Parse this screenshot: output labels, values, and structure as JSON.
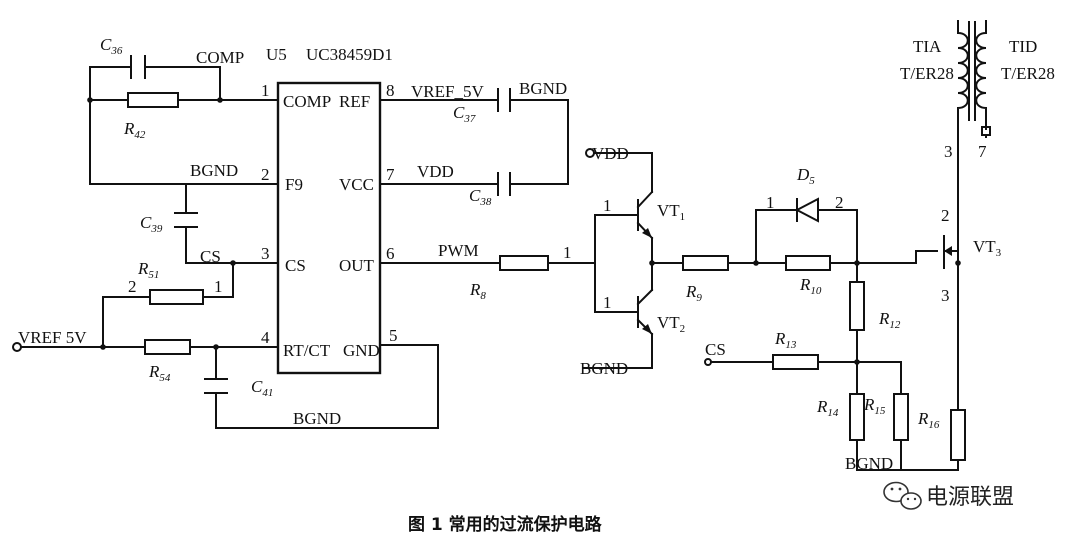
{
  "ic": {
    "ref": "U5",
    "part": "UC38459D1",
    "pins": [
      {
        "num": "1",
        "name": "COMP"
      },
      {
        "num": "2",
        "name": "F9"
      },
      {
        "num": "3",
        "name": "CS"
      },
      {
        "num": "4",
        "name": "RT/CT"
      },
      {
        "num": "8",
        "name": "REF"
      },
      {
        "num": "7",
        "name": "VCC"
      },
      {
        "num": "6",
        "name": "OUT"
      },
      {
        "num": "5",
        "name": "GND"
      }
    ]
  },
  "components": {
    "C36": {
      "letter": "C",
      "sub": "36"
    },
    "R42": {
      "letter": "R",
      "sub": "42"
    },
    "C39": {
      "letter": "C",
      "sub": "39"
    },
    "R51": {
      "letter": "R",
      "sub": "51"
    },
    "R54": {
      "letter": "R",
      "sub": "54"
    },
    "C41": {
      "letter": "C",
      "sub": "41"
    },
    "C37": {
      "letter": "C",
      "sub": "37"
    },
    "C38": {
      "letter": "C",
      "sub": "38"
    },
    "R8": {
      "letter": "R",
      "sub": "8"
    },
    "VT1": {
      "letter": "VT",
      "sub": "1"
    },
    "VT2": {
      "letter": "VT",
      "sub": "2"
    },
    "R9": {
      "letter": "R",
      "sub": "9"
    },
    "D5": {
      "letter": "D",
      "sub": "5"
    },
    "R10": {
      "letter": "R",
      "sub": "10"
    },
    "R12": {
      "letter": "R",
      "sub": "12"
    },
    "R13": {
      "letter": "R",
      "sub": "13"
    },
    "R14": {
      "letter": "R",
      "sub": "14"
    },
    "R15": {
      "letter": "R",
      "sub": "15"
    },
    "R16": {
      "letter": "R",
      "sub": "16"
    },
    "VT3": {
      "letter": "VT",
      "sub": "3"
    }
  },
  "nets": {
    "comp": "COMP",
    "bgnd": "BGND",
    "cs": "CS",
    "vref": "VREF 5V",
    "vref_pin": "VREF_5V",
    "vdd": "VDD",
    "pwm": "PWM"
  },
  "transformer": {
    "left_name": "TIA",
    "left_core": "T/ER28",
    "right_name": "TID",
    "right_core": "T/ER28"
  },
  "pin_numbers": {
    "r51_a": "2",
    "r51_b": "1",
    "vt_base_1": "1",
    "vt_base_2": "1",
    "r8_end": "1",
    "d5_a": "1",
    "d5_b": "2",
    "vt3_gate": "2",
    "vt3_src": "3",
    "tx_drain": "3",
    "tx_pin7": "7"
  },
  "caption": "图 1  常用的过流保护电路",
  "watermark": "电源联盟"
}
